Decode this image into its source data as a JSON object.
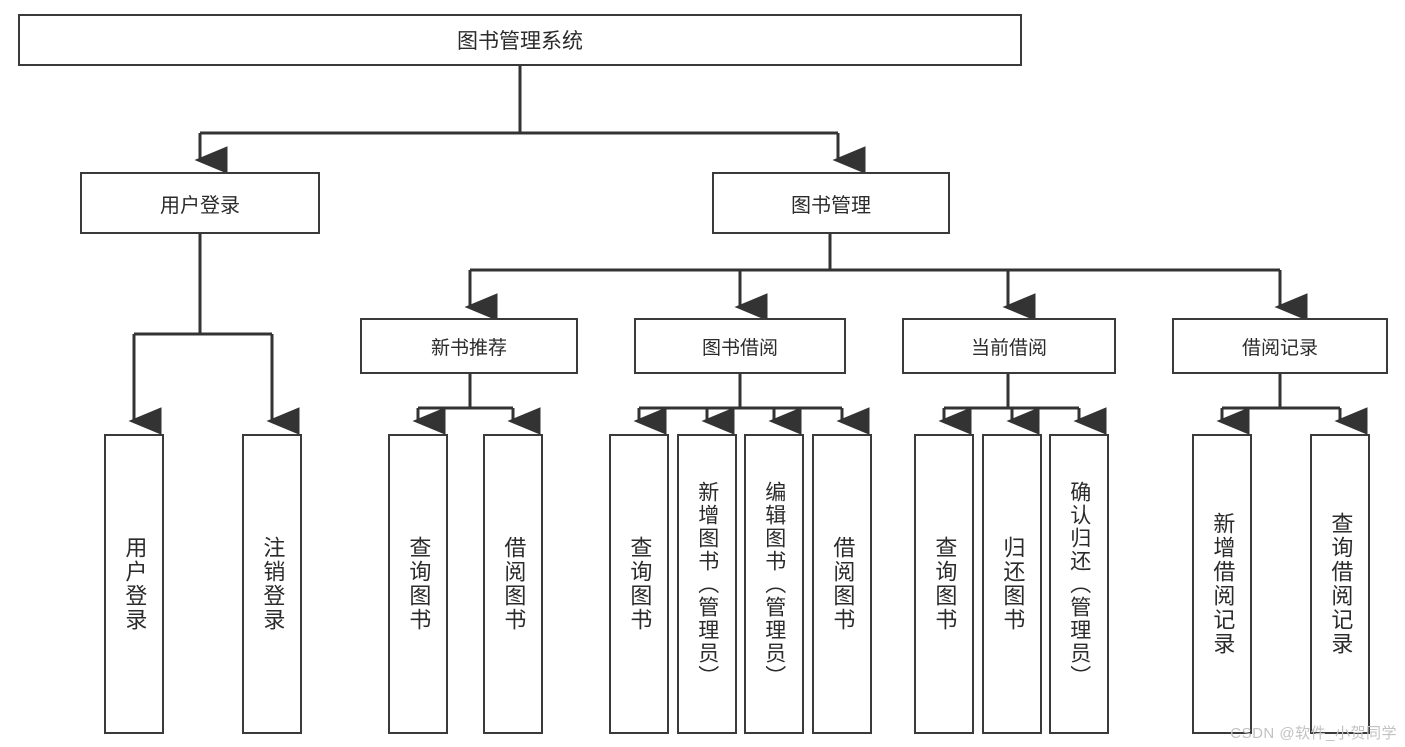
{
  "diagram": {
    "title": "图书管理系统",
    "type": "tree-hierarchy",
    "root": {
      "label": "图书管理系统"
    },
    "level1": [
      {
        "label": "用户登录"
      },
      {
        "label": "图书管理"
      }
    ],
    "level2": [
      {
        "label": "新书推荐"
      },
      {
        "label": "图书借阅"
      },
      {
        "label": "当前借阅"
      },
      {
        "label": "借阅记录"
      }
    ],
    "leaves": {
      "user_login": [
        {
          "label": "用户登录"
        },
        {
          "label": "注销登录"
        }
      ],
      "new_book_recommend": [
        {
          "label": "查询图书"
        },
        {
          "label": "借阅图书"
        }
      ],
      "book_borrow": [
        {
          "label": "查询图书"
        },
        {
          "label": "新增图书（管理员）"
        },
        {
          "label": "编辑图书（管理员）"
        },
        {
          "label": "借阅图书"
        }
      ],
      "current_borrow": [
        {
          "label": "查询图书"
        },
        {
          "label": "归还图书"
        },
        {
          "label": "确认归还（管理员）"
        }
      ],
      "borrow_record": [
        {
          "label": "新增借阅记录"
        },
        {
          "label": "查询借阅记录"
        }
      ]
    }
  },
  "watermark": {
    "text": "CSDN @软件_小贺同学"
  },
  "colors": {
    "box_border": "#3a3a3a",
    "box_fill": "#ffffff",
    "text": "#2b2b2b",
    "connector": "#333333",
    "watermark": "#c2c2c2"
  }
}
